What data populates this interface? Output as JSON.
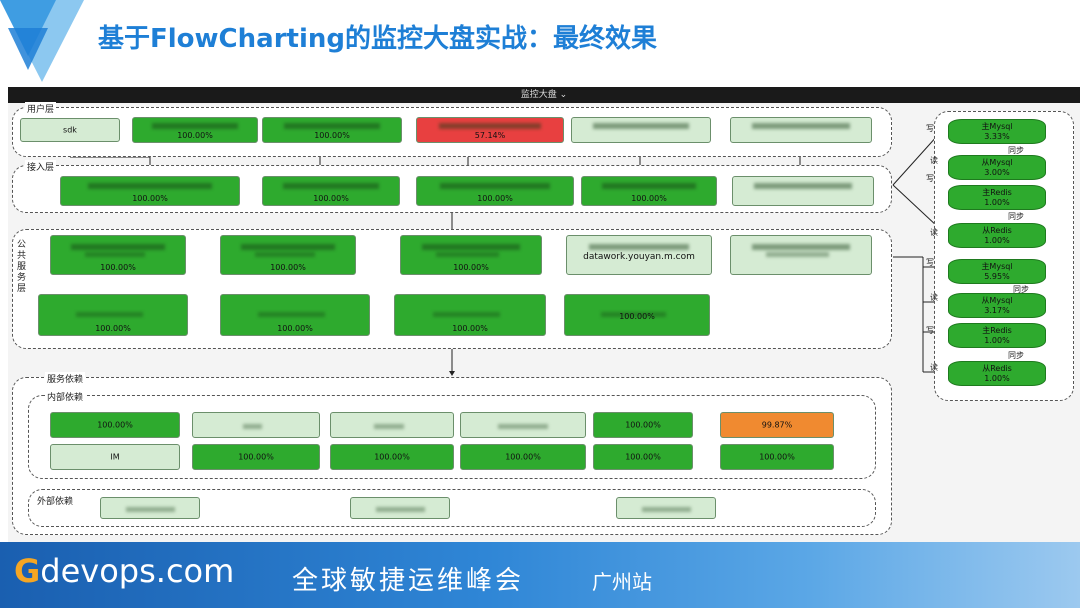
{
  "header": {
    "title": "基于FlowCharting的监控大盘实战：最终效果"
  },
  "dashboard": {
    "topbar_title": "监控大盘 ⌄",
    "layers": {
      "user": "用户层",
      "access": "接入层",
      "public": "公共服务层",
      "deps": "服务依赖",
      "internal": "内部依赖",
      "external": "外部依赖"
    },
    "user_nodes": [
      {
        "label": "sdk",
        "pct": "",
        "color": "lg"
      },
      {
        "label": "",
        "pct": "100.00%",
        "color": "g"
      },
      {
        "label": "",
        "pct": "100.00%",
        "color": "g"
      },
      {
        "label": "",
        "pct": "57.14%",
        "color": "rd"
      },
      {
        "label": "",
        "pct": "",
        "color": "lg"
      },
      {
        "label": "",
        "pct": "",
        "color": "lg"
      }
    ],
    "access_nodes": [
      {
        "pct": "100.00%",
        "color": "g"
      },
      {
        "pct": "100.00%",
        "color": "g"
      },
      {
        "pct": "100.00%",
        "color": "g"
      },
      {
        "pct": "100.00%",
        "color": "g"
      },
      {
        "pct": "",
        "color": "lg"
      }
    ],
    "public_nodes_row1": [
      {
        "label": "",
        "pct": "100.00%",
        "color": "g"
      },
      {
        "label": "",
        "pct": "100.00%",
        "color": "g"
      },
      {
        "label": "",
        "pct": "100.00%",
        "color": "g"
      },
      {
        "label": "datawork.youyan.m.com",
        "pct": "",
        "color": "lg"
      },
      {
        "label": "",
        "pct": "",
        "color": "lg"
      }
    ],
    "public_nodes_row2": [
      {
        "pct": "100.00%",
        "color": "g"
      },
      {
        "pct": "100.00%",
        "color": "g"
      },
      {
        "pct": "100.00%",
        "color": "g"
      },
      {
        "pct": "100.00%",
        "color": "g"
      }
    ],
    "internal_row1": [
      {
        "label": "100.00%",
        "color": "g"
      },
      {
        "label": "",
        "color": "lg"
      },
      {
        "label": "",
        "color": "lg"
      },
      {
        "label": "",
        "color": "lg"
      },
      {
        "label": "100.00%",
        "color": "g"
      },
      {
        "label": "99.87%",
        "color": "or"
      }
    ],
    "internal_row2": [
      {
        "label": "IM",
        "color": "lg"
      },
      {
        "label": "100.00%",
        "color": "g"
      },
      {
        "label": "100.00%",
        "color": "g"
      },
      {
        "label": "100.00%",
        "color": "g"
      },
      {
        "label": "100.00%",
        "color": "g"
      },
      {
        "label": "100.00%",
        "color": "g"
      }
    ],
    "db_nodes": [
      {
        "name": "主Mysql",
        "pct": "3.33%"
      },
      {
        "name": "从Mysql",
        "pct": "3.00%"
      },
      {
        "name": "主Redis",
        "pct": "1.00%"
      },
      {
        "name": "从Redis",
        "pct": "1.00%"
      },
      {
        "name": "主Mysql",
        "pct": "5.95%"
      },
      {
        "name": "从Mysql",
        "pct": "3.17%"
      },
      {
        "name": "主Redis",
        "pct": "1.00%"
      },
      {
        "name": "从Redis",
        "pct": "1.00%"
      }
    ],
    "sync_label": "同步",
    "write_label": "写",
    "read_label": "读"
  },
  "footer": {
    "brand_g": "G",
    "brand_rest": "devops.com",
    "conference": "全球敏捷运维峰会",
    "city": "广州站"
  }
}
